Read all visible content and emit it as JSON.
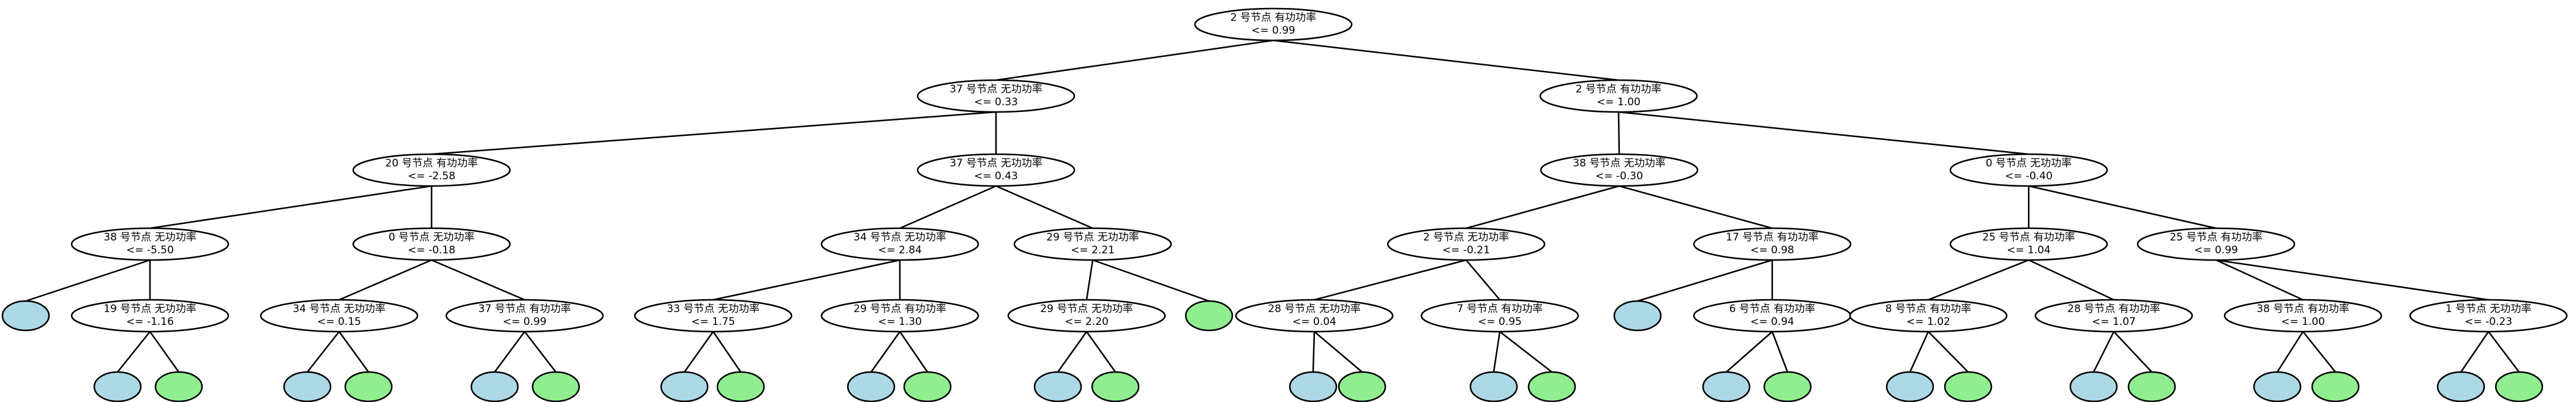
{
  "colors": {
    "decision_fill": "#ffffff",
    "leaf_blue": "#add8e6",
    "leaf_green": "#90ee90",
    "stroke": "#000000"
  },
  "nodes": [
    {
      "id": "n0",
      "kind": "decision",
      "line1": "2 号节点  有功功率",
      "line2": "<= 0.99"
    },
    {
      "id": "n1",
      "kind": "decision",
      "line1": "37 号节点  无功功率",
      "line2": "<= 0.33"
    },
    {
      "id": "n2",
      "kind": "decision",
      "line1": "2 号节点  有功功率",
      "line2": "<= 1.00"
    },
    {
      "id": "n3",
      "kind": "decision",
      "line1": "20 号节点  有功功率",
      "line2": "<= -2.58"
    },
    {
      "id": "n4",
      "kind": "decision",
      "line1": "37 号节点  无功功率",
      "line2": "<= 0.43"
    },
    {
      "id": "n5",
      "kind": "decision",
      "line1": "38 号节点  无功功率",
      "line2": "<= -0.30"
    },
    {
      "id": "n6",
      "kind": "decision",
      "line1": "0 号节点  无功功率",
      "line2": "<= -0.40"
    },
    {
      "id": "n7",
      "kind": "decision",
      "line1": "38 号节点  无功功率",
      "line2": "<= -5.50"
    },
    {
      "id": "n8",
      "kind": "decision",
      "line1": "0 号节点  无功功率",
      "line2": "<= -0.18"
    },
    {
      "id": "n9",
      "kind": "decision",
      "line1": "34 号节点  无功功率",
      "line2": "<= 2.84"
    },
    {
      "id": "n10",
      "kind": "decision",
      "line1": "29 号节点  无功功率",
      "line2": "<= 2.21"
    },
    {
      "id": "n11",
      "kind": "decision",
      "line1": "2 号节点  无功功率",
      "line2": "<= -0.21"
    },
    {
      "id": "n12",
      "kind": "decision",
      "line1": "17 号节点  有功功率",
      "line2": "<= 0.98"
    },
    {
      "id": "n13",
      "kind": "decision",
      "line1": "25 号节点  有功功率",
      "line2": "<= 1.04"
    },
    {
      "id": "n14",
      "kind": "decision",
      "line1": "25 号节点  有功功率",
      "line2": "<= 0.99"
    },
    {
      "id": "n15",
      "kind": "leaf",
      "color": "blue"
    },
    {
      "id": "n16",
      "kind": "decision",
      "line1": "19 号节点  无功功率",
      "line2": "<= -1.16"
    },
    {
      "id": "n17",
      "kind": "decision",
      "line1": "34 号节点  无功功率",
      "line2": "<= 0.15"
    },
    {
      "id": "n18",
      "kind": "decision",
      "line1": "37 号节点  有功功率",
      "line2": "<= 0.99"
    },
    {
      "id": "n19",
      "kind": "decision",
      "line1": "33 号节点  无功功率",
      "line2": "<= 1.75"
    },
    {
      "id": "n20",
      "kind": "decision",
      "line1": "29 号节点  有功功率",
      "line2": "<= 1.30"
    },
    {
      "id": "n21",
      "kind": "decision",
      "line1": "29 号节点  无功功率",
      "line2": "<= 2.20"
    },
    {
      "id": "n22",
      "kind": "leaf",
      "color": "green"
    },
    {
      "id": "n23",
      "kind": "decision",
      "line1": "28 号节点  无功功率",
      "line2": "<= 0.04"
    },
    {
      "id": "n24",
      "kind": "decision",
      "line1": "7 号节点  有功功率",
      "line2": "<= 0.95"
    },
    {
      "id": "n25",
      "kind": "leaf",
      "color": "blue"
    },
    {
      "id": "n26",
      "kind": "decision",
      "line1": "6 号节点  有功功率",
      "line2": "<= 0.94"
    },
    {
      "id": "n27",
      "kind": "decision",
      "line1": "8 号节点  有功功率",
      "line2": "<= 1.02"
    },
    {
      "id": "n28",
      "kind": "decision",
      "line1": "28 号节点  有功功率",
      "line2": "<= 1.07"
    },
    {
      "id": "n29",
      "kind": "decision",
      "line1": "38 号节点  有功功率",
      "line2": "<= 1.00"
    },
    {
      "id": "n30",
      "kind": "decision",
      "line1": "1 号节点  无功功率",
      "line2": "<= -0.23"
    },
    {
      "id": "n31",
      "kind": "leaf",
      "color": "blue"
    },
    {
      "id": "n32",
      "kind": "leaf",
      "color": "green"
    },
    {
      "id": "n33",
      "kind": "leaf",
      "color": "blue"
    },
    {
      "id": "n34",
      "kind": "leaf",
      "color": "green"
    },
    {
      "id": "n35",
      "kind": "leaf",
      "color": "blue"
    },
    {
      "id": "n36",
      "kind": "leaf",
      "color": "green"
    },
    {
      "id": "n37",
      "kind": "leaf",
      "color": "blue"
    },
    {
      "id": "n38",
      "kind": "leaf",
      "color": "green"
    },
    {
      "id": "n39",
      "kind": "leaf",
      "color": "blue"
    },
    {
      "id": "n40",
      "kind": "leaf",
      "color": "green"
    },
    {
      "id": "n41",
      "kind": "leaf",
      "color": "blue"
    },
    {
      "id": "n42",
      "kind": "leaf",
      "color": "green"
    },
    {
      "id": "n43",
      "kind": "leaf",
      "color": "blue"
    },
    {
      "id": "n44",
      "kind": "leaf",
      "color": "green"
    },
    {
      "id": "n45",
      "kind": "leaf",
      "color": "blue"
    },
    {
      "id": "n46",
      "kind": "leaf",
      "color": "green"
    },
    {
      "id": "n47",
      "kind": "leaf",
      "color": "blue"
    },
    {
      "id": "n48",
      "kind": "leaf",
      "color": "green"
    },
    {
      "id": "n49",
      "kind": "leaf",
      "color": "blue"
    },
    {
      "id": "n50",
      "kind": "leaf",
      "color": "green"
    },
    {
      "id": "n51",
      "kind": "leaf",
      "color": "blue"
    },
    {
      "id": "n52",
      "kind": "leaf",
      "color": "green"
    },
    {
      "id": "n53",
      "kind": "leaf",
      "color": "blue"
    },
    {
      "id": "n54",
      "kind": "leaf",
      "color": "green"
    },
    {
      "id": "n55",
      "kind": "leaf",
      "color": "blue"
    },
    {
      "id": "n56",
      "kind": "leaf",
      "color": "green"
    }
  ],
  "edges": [
    [
      "n0",
      "n1"
    ],
    [
      "n0",
      "n2"
    ],
    [
      "n1",
      "n3"
    ],
    [
      "n1",
      "n4"
    ],
    [
      "n2",
      "n5"
    ],
    [
      "n2",
      "n6"
    ],
    [
      "n3",
      "n7"
    ],
    [
      "n3",
      "n8"
    ],
    [
      "n4",
      "n9"
    ],
    [
      "n4",
      "n10"
    ],
    [
      "n5",
      "n11"
    ],
    [
      "n5",
      "n12"
    ],
    [
      "n6",
      "n13"
    ],
    [
      "n6",
      "n14"
    ],
    [
      "n7",
      "n15"
    ],
    [
      "n7",
      "n16"
    ],
    [
      "n8",
      "n17"
    ],
    [
      "n8",
      "n18"
    ],
    [
      "n9",
      "n19"
    ],
    [
      "n9",
      "n20"
    ],
    [
      "n10",
      "n21"
    ],
    [
      "n10",
      "n22"
    ],
    [
      "n11",
      "n23"
    ],
    [
      "n11",
      "n24"
    ],
    [
      "n12",
      "n25"
    ],
    [
      "n12",
      "n26"
    ],
    [
      "n13",
      "n27"
    ],
    [
      "n13",
      "n28"
    ],
    [
      "n14",
      "n29"
    ],
    [
      "n14",
      "n30"
    ],
    [
      "n16",
      "n31"
    ],
    [
      "n16",
      "n32"
    ],
    [
      "n17",
      "n33"
    ],
    [
      "n17",
      "n34"
    ],
    [
      "n18",
      "n35"
    ],
    [
      "n18",
      "n36"
    ],
    [
      "n19",
      "n37"
    ],
    [
      "n19",
      "n38"
    ],
    [
      "n20",
      "n39"
    ],
    [
      "n20",
      "n40"
    ],
    [
      "n21",
      "n41"
    ],
    [
      "n21",
      "n42"
    ],
    [
      "n23",
      "n43"
    ],
    [
      "n23",
      "n44"
    ],
    [
      "n24",
      "n45"
    ],
    [
      "n24",
      "n46"
    ],
    [
      "n26",
      "n47"
    ],
    [
      "n26",
      "n48"
    ],
    [
      "n27",
      "n49"
    ],
    [
      "n27",
      "n50"
    ],
    [
      "n28",
      "n51"
    ],
    [
      "n28",
      "n52"
    ],
    [
      "n29",
      "n53"
    ],
    [
      "n29",
      "n54"
    ],
    [
      "n30",
      "n55"
    ],
    [
      "n30",
      "n56"
    ]
  ]
}
